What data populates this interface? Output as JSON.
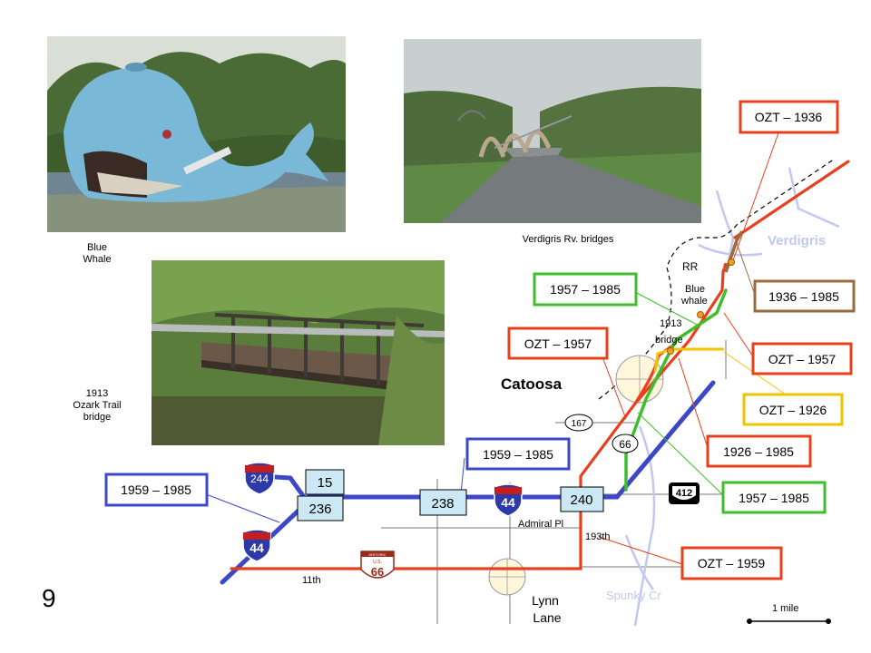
{
  "photos": {
    "blue_whale": {
      "caption": "Blue\nWhale"
    },
    "verdigris_bridges": {
      "caption": "Verdigris Rv. bridges"
    },
    "ozark_bridge": {
      "caption": "1913\nOzark Trail\nbridge"
    }
  },
  "page_number": "9",
  "map": {
    "places": {
      "catoosa": "Catoosa",
      "lynn_lane": "Lynn\nLane",
      "lynn": "Lynn",
      "lane": "Lane",
      "verdigris": "Verdigris",
      "spunky": "Spunky Cr",
      "rr": "RR",
      "blue_whale_1": "Blue",
      "blue_whale_2": "whale",
      "bridge_1913_1": "1913",
      "bridge_1913_2": "bridge",
      "admiral": "Admiral Pl",
      "street_193": "193th",
      "street_11": "11th",
      "scale": "1 mile"
    },
    "shields": {
      "i244": "244",
      "i44_left": "44",
      "i44_mid": "44",
      "us66": "66",
      "us412": "412",
      "hist66_top": "HISTORIC",
      "hist66_us": "U.S.",
      "hist66_num": "66",
      "sh167": "167",
      "sh66_small": "66"
    },
    "exits": {
      "e15": "15",
      "e236": "236",
      "e238": "238",
      "e240": "240"
    },
    "labels": {
      "ozt_1936": "OZT – 1936",
      "r1936_1985": "1936 – 1985",
      "ozt_1957_right": "OZT – 1957",
      "ozt_1926": "OZT – 1926",
      "r1926_1985": "1926 – 1985",
      "r1957_1985_bottom": "1957 – 1985",
      "ozt_1959": "OZT – 1959",
      "r1957_1985_top": "1957 – 1985",
      "ozt_1957_left": "OZT – 1957",
      "r1959_1985_mid": "1959 – 1985",
      "r1959_1985_left": "1959 – 1985"
    },
    "colors": {
      "ozt_red": "#e8401c",
      "ozt_yellow": "#f2c400",
      "route66_green": "#3cbf2a",
      "i44_blue": "#3d48c8",
      "brown_1936": "#9a6b3c",
      "creek_blue": "#c2c8f0",
      "exit_fill": "#cde8f5"
    }
  }
}
